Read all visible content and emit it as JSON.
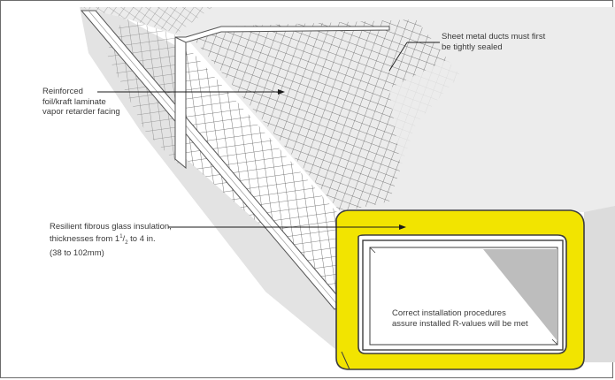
{
  "labels": {
    "sheet_metal": [
      "Sheet metal ducts must first",
      "be tightly sealed"
    ],
    "reinforced_facing": [
      "Reinforced",
      "foil/kraft laminate",
      "vapor retarder facing"
    ],
    "insulation": {
      "line1": "Resilient fibrous glass insulation,",
      "line2_prefix": "thicknesses from 1",
      "fraction_num": "1",
      "fraction_sep": "/",
      "fraction_den": "2",
      "line2_suffix": " to 4 in.",
      "line3": "(38 to 102mm)"
    },
    "procedures": [
      "Correct installation procedures",
      "assure installed R-values will be met"
    ]
  },
  "colors": {
    "insulation_yellow": "#f2e400",
    "duct_fill": "#e9e9e9",
    "duct_top": "#ffffff",
    "shade": "#bdbdbd",
    "outline": "#3d3d3d",
    "mesh": "#5a5a5a"
  }
}
